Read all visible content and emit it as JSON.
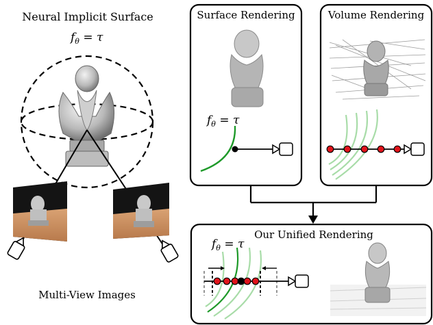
{
  "left": {
    "title": "Neural Implicit Surface",
    "formula_f": "f",
    "formula_sub": "θ",
    "formula_rest": " = τ",
    "caption": "Multi-View Images"
  },
  "panels": {
    "surface": {
      "title": "Surface Rendering",
      "formula_f": "f",
      "formula_sub": "θ",
      "formula_rest": " = τ"
    },
    "volume": {
      "title": "Volume Rendering"
    },
    "unified": {
      "title": "Our Unified Rendering",
      "formula_f": "f",
      "formula_sub": "θ",
      "formula_rest": " = τ"
    }
  },
  "colors": {
    "sample_point": "#e0141b",
    "surface_point": "#000000",
    "surface_curve": "#1f9a2a",
    "field_curve": "#a8dca8",
    "border": "#000000"
  }
}
